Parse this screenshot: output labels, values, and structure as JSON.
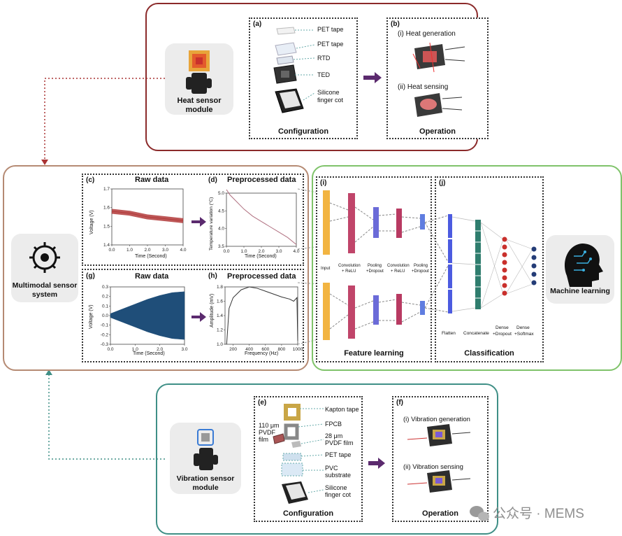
{
  "heat": {
    "module_label_1": "Heat sensor",
    "module_label_2": "module",
    "panel_a": {
      "letter": "(a)",
      "layers": [
        "PET tape",
        "PET tape",
        "RTD",
        "TED",
        "Silicone",
        "finger cot"
      ],
      "caption": "Configuration"
    },
    "panel_b": {
      "letter": "(b)",
      "item1": "(i) Heat generation",
      "item2": "(ii) Heat sensing",
      "caption": "Operation"
    }
  },
  "system": {
    "label_1": "Multimodal sensor",
    "label_2": "system",
    "panel_c": {
      "letter": "(c)",
      "title": "Raw data",
      "ylabel": "Voltage (V)",
      "xlabel": "Time (Second)"
    },
    "panel_d": {
      "letter": "(d)",
      "title": "Preprocessed data",
      "ylabel": "Temperature variation (°C)",
      "xlabel": "Time (Second)"
    },
    "panel_g": {
      "letter": "(g)",
      "title": "Raw data",
      "ylabel": "Voltage (V)",
      "xlabel": "Time (Second)"
    },
    "panel_h": {
      "letter": "(h)",
      "title": "Preprocessed data",
      "ylabel": "Amplitude (mV)",
      "xlabel": "Frequency (Hz)"
    }
  },
  "ml": {
    "panel_i": {
      "letter": "(i)",
      "labels": [
        "Input",
        "Convolution",
        "+ ReLU",
        "Pooling",
        "+Dropout",
        "Convolution",
        "+ ReLU",
        "Pooling",
        "+Dropout"
      ],
      "caption": "Feature learning"
    },
    "panel_j": {
      "letter": "(j)",
      "labels": [
        "Flatten",
        "Concatenate",
        "Dense",
        "+Dropout",
        "Dense",
        "+Softmax"
      ],
      "caption": "Classification"
    },
    "side_label": "Machine learning"
  },
  "vibration": {
    "module_label_1": "Vibration sensor",
    "module_label_2": "module",
    "panel_e": {
      "letter": "(e)",
      "layers": [
        "Kapton tape",
        "FPCB",
        "28 μm",
        "PVDF film",
        "PET tape",
        "PVC",
        "substrate",
        "Silicone",
        "finger cot"
      ],
      "side": [
        "110 μm",
        "PVDF",
        "film"
      ],
      "caption": "Configuration"
    },
    "panel_f": {
      "letter": "(f)",
      "item1": "(i) Vibration generation",
      "item2": "(ii) Vibration sensing",
      "caption": "Operation"
    }
  },
  "watermark": "公众号 · MEMS",
  "colors": {
    "heat_border": "#8b2a2a",
    "system_border": "#b58a73",
    "ml_border": "#7fc36a",
    "vib_border": "#3f8f86",
    "arrow": "#5b2a6e"
  },
  "chart_data": [
    {
      "type": "line",
      "panel": "c",
      "title": "Raw data",
      "xlabel": "Time (Second)",
      "ylabel": "Voltage (V)",
      "xlim": [
        0,
        4
      ],
      "ylim": [
        1.4,
        1.7
      ],
      "xticks": [
        "0.0",
        "1.0",
        "2.0",
        "3.0",
        "4.0"
      ],
      "yticks": [
        "1.4",
        "1.5",
        "1.6",
        "1.7"
      ],
      "x": [
        0,
        1,
        2,
        3,
        4
      ],
      "y": [
        1.58,
        1.57,
        1.55,
        1.54,
        1.53
      ]
    },
    {
      "type": "line",
      "panel": "d",
      "title": "Preprocessed data",
      "xlabel": "Time (Second)",
      "ylabel": "Temperature variation (°C)",
      "xlim": [
        0,
        4
      ],
      "ylim": [
        3.5,
        5.0
      ],
      "xticks": [
        "0.0",
        "1.0",
        "2.0",
        "3.0",
        "4.0"
      ],
      "yticks": [
        "3.5",
        "4.0",
        "4.5",
        "5.0"
      ],
      "x": [
        0,
        0.2,
        0.5,
        1.0,
        1.5,
        2.0,
        2.5,
        3.0,
        3.5,
        4.0
      ],
      "y": [
        5.1,
        4.95,
        4.8,
        4.55,
        4.35,
        4.2,
        4.05,
        3.9,
        3.75,
        3.55
      ]
    },
    {
      "type": "area",
      "panel": "g",
      "title": "Raw data",
      "xlabel": "Time (Second)",
      "ylabel": "Voltage (V)",
      "xlim": [
        0,
        3
      ],
      "ylim": [
        -0.3,
        0.3
      ],
      "xticks": [
        "0.0",
        "1.0",
        "2.0",
        "3.0"
      ],
      "yticks": [
        "-0.3",
        "-0.2",
        "-0.1",
        "0.0",
        "0.1",
        "0.2",
        "0.3"
      ],
      "x": [
        0,
        0.5,
        1.0,
        1.5,
        2.0,
        2.5,
        3.0
      ],
      "upper": [
        0.02,
        0.07,
        0.12,
        0.17,
        0.21,
        0.24,
        0.25
      ],
      "lower": [
        -0.02,
        -0.07,
        -0.12,
        -0.17,
        -0.21,
        -0.24,
        -0.25
      ]
    },
    {
      "type": "line",
      "panel": "h",
      "title": "Preprocessed data",
      "xlabel": "Frequency (Hz)",
      "ylabel": "Amplitude (mV)",
      "xlim": [
        100,
        1000
      ],
      "ylim": [
        1.0,
        1.8
      ],
      "xticks": [
        "200",
        "400",
        "600",
        "800",
        "1000"
      ],
      "yticks": [
        "1.0",
        "1.2",
        "1.4",
        "1.6",
        "1.8"
      ],
      "x": [
        120,
        150,
        200,
        300,
        400,
        500,
        600,
        700,
        800,
        900,
        950,
        990,
        1000
      ],
      "y": [
        1.0,
        1.5,
        1.65,
        1.76,
        1.8,
        1.78,
        1.74,
        1.7,
        1.66,
        1.63,
        1.6,
        1.65,
        1.05
      ]
    }
  ]
}
